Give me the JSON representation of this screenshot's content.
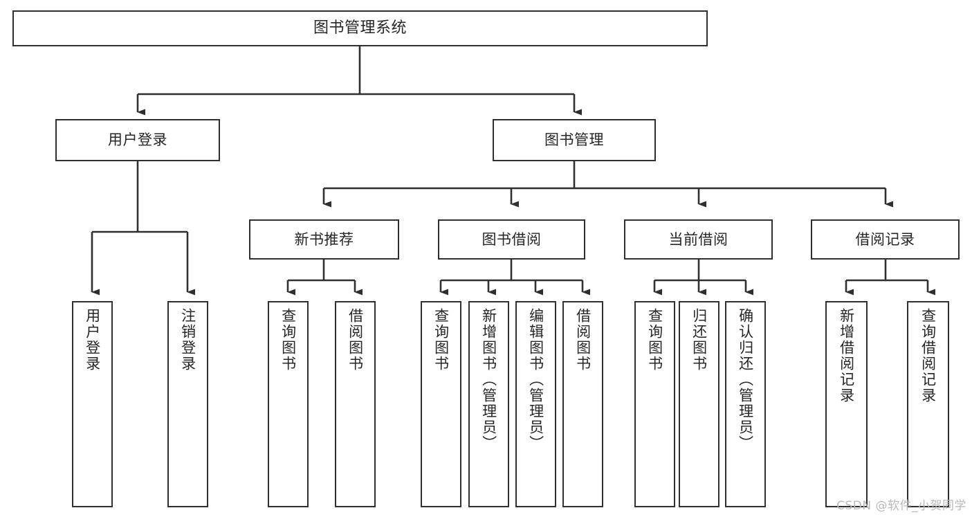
{
  "diagram": {
    "type": "tree-hierarchy",
    "title": "图书管理系统",
    "watermark": "CSDN @软件_小贺同学",
    "colors": {
      "box_border": "#2f2f2f",
      "box_fill": "#ffffff",
      "connector": "#2f2f2f",
      "text": "#262626",
      "watermark": "#b9b9b9"
    },
    "root": {
      "label": "图书管理系统"
    },
    "level2": [
      {
        "label": "用户登录"
      },
      {
        "label": "图书管理"
      }
    ],
    "level3": [
      {
        "label": "新书推荐"
      },
      {
        "label": "图书借阅"
      },
      {
        "label": "当前借阅"
      },
      {
        "label": "借阅记录"
      }
    ],
    "leaves": {
      "user_login": [
        {
          "label": "用户登录"
        },
        {
          "label": "注销登录"
        }
      ],
      "new_book_recommend": [
        {
          "label": "查询图书"
        },
        {
          "label": "借阅图书"
        }
      ],
      "book_borrow": [
        {
          "label": "查询图书"
        },
        {
          "label": "新增图书（管理员）"
        },
        {
          "label": "编辑图书（管理员）"
        },
        {
          "label": "借阅图书"
        }
      ],
      "current_borrow": [
        {
          "label": "查询图书"
        },
        {
          "label": "归还图书"
        },
        {
          "label": "确认归还（管理员）"
        }
      ],
      "borrow_record": [
        {
          "label": "新增借阅记录"
        },
        {
          "label": "查询借阅记录"
        }
      ]
    }
  }
}
